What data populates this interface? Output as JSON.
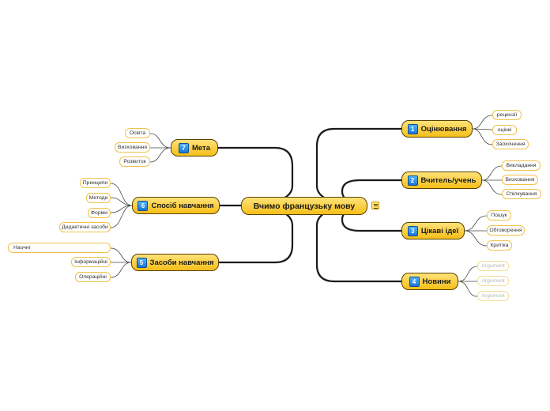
{
  "central": {
    "title": "Вчимо французьку мову",
    "note_icon": "note-icon"
  },
  "topics": [
    {
      "id": "t1",
      "number": "1",
      "label": "Оцінювання",
      "leaves": [
        {
          "label": "рецензії"
        },
        {
          "label": "оцінкі"
        },
        {
          "label": "Заохочення"
        }
      ]
    },
    {
      "id": "t2",
      "number": "2",
      "label": "Вчитель/учень",
      "leaves": [
        {
          "label": "Викладання"
        },
        {
          "label": "Визховання"
        },
        {
          "label": "Спілкування"
        }
      ]
    },
    {
      "id": "t3",
      "number": "3",
      "label": "Цікаві ідеї",
      "leaves": [
        {
          "label": "Пошук"
        },
        {
          "label": "Обговорення"
        },
        {
          "label": "Критіка"
        }
      ]
    },
    {
      "id": "t4",
      "number": "4",
      "label": "Новини",
      "leaves": [
        {
          "label": "Argument",
          "faded": true
        },
        {
          "label": "Argument",
          "faded": true
        },
        {
          "label": "Argument",
          "faded": true
        }
      ]
    },
    {
      "id": "t5",
      "number": "5",
      "label": "Засоби навчання",
      "leaves": [
        {
          "label": "Наочні"
        },
        {
          "label": "Інформаційні"
        },
        {
          "label": "Операційні"
        }
      ]
    },
    {
      "id": "t6",
      "number": "6",
      "label": "Спосіб навчання",
      "leaves": [
        {
          "label": "Принципи"
        },
        {
          "label": "Методи"
        },
        {
          "label": "Форми"
        },
        {
          "label": "Дидактичні засоби"
        }
      ]
    },
    {
      "id": "t7",
      "number": "7",
      "label": "Мета",
      "leaves": [
        {
          "label": "Освіта"
        },
        {
          "label": "Визховання"
        },
        {
          "label": "Розвиток"
        }
      ]
    }
  ],
  "colors": {
    "topic_fill": "#f6bf18",
    "topic_border": "#5a4200",
    "leaf_border": "#f0c24a",
    "number_badge": "#1c76d6",
    "connector": "#1a1a1a"
  }
}
